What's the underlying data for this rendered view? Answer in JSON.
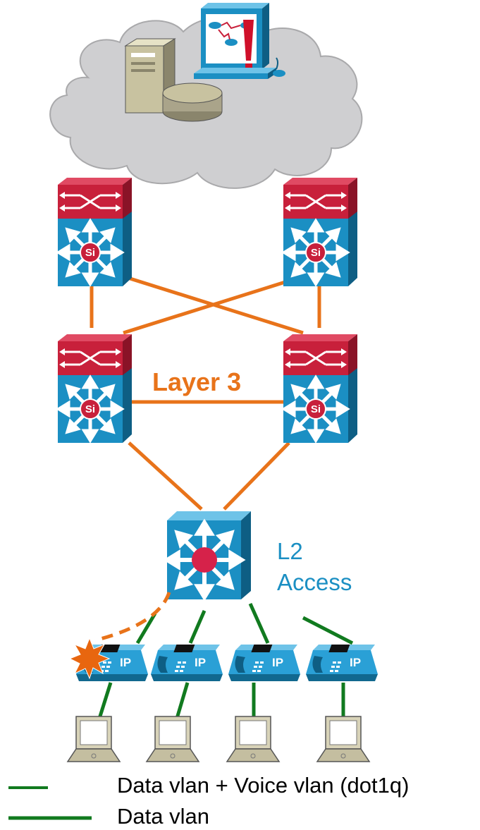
{
  "labels": {
    "layer3": "Layer 3",
    "l2_line1": "L2",
    "l2_line2": "Access",
    "si": "Si",
    "ip": "IP",
    "alert": "!"
  },
  "legend": {
    "trunk": "Data vlan + Voice vlan (dot1q)",
    "data": "Data vlan"
  },
  "colors": {
    "routed_link": "#e8731a",
    "access_link": "#117a1f",
    "switch_blue": "#1b8fc3",
    "router_red": "#c8203b",
    "cloud": "#cfcfd1",
    "failure_burst": "#e8660f"
  },
  "icons": [
    "network-cloud-icon",
    "server-icon",
    "management-workstation-icon",
    "layer3-switch-icon",
    "layer2-switch-icon",
    "ip-phone-icon",
    "laptop-icon",
    "failure-burst-icon"
  ]
}
